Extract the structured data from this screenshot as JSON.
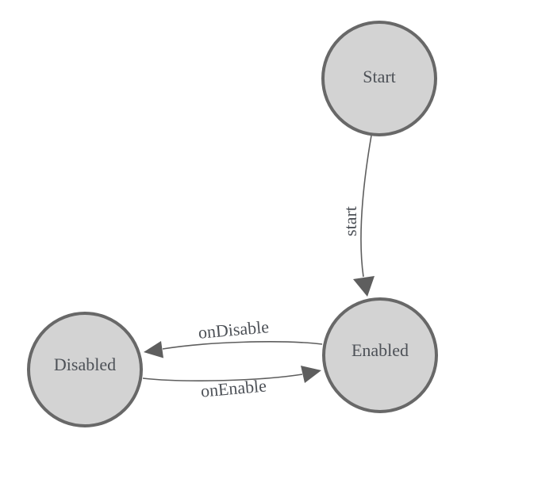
{
  "diagram": {
    "type": "state-machine",
    "background_color": "#ffffff",
    "node_fill_color": "#d3d3d3",
    "node_stroke_color": "#686868",
    "edge_color": "#5e5e5e",
    "text_color": "#4d5157",
    "nodes": [
      {
        "id": "start",
        "label": "Start"
      },
      {
        "id": "enabled",
        "label": "Enabled"
      },
      {
        "id": "disabled",
        "label": "Disabled"
      }
    ],
    "edges": [
      {
        "id": "start-to-enabled",
        "from": "Start",
        "to": "Enabled",
        "label": "start"
      },
      {
        "id": "enabled-to-disabled",
        "from": "Enabled",
        "to": "Disabled",
        "label": "onDisable"
      },
      {
        "id": "disabled-to-enabled",
        "from": "Disabled",
        "to": "Enabled",
        "label": "onEnable"
      }
    ]
  }
}
